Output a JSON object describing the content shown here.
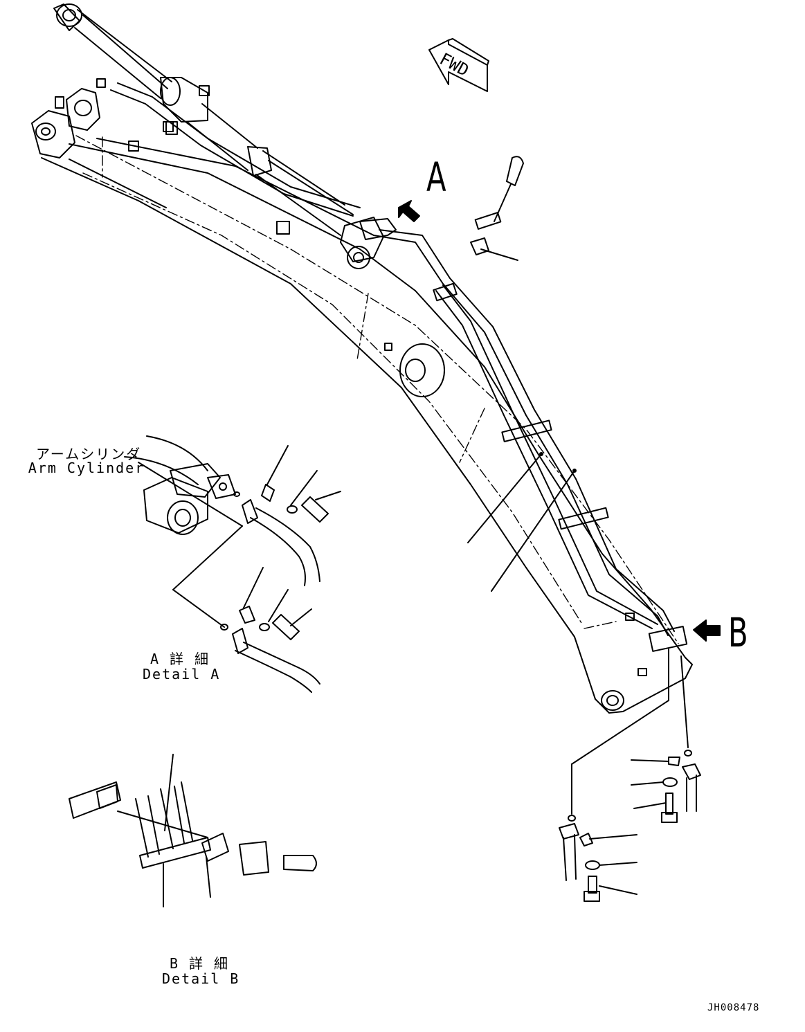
{
  "figure": {
    "fwd_label": "FWD",
    "view_a_letter": "A",
    "view_b_letter": "B",
    "arm_cylinder_jp": "アームシリンダ",
    "arm_cylinder_en": "Arm Cylinder",
    "detail_a_jp": "A 詳 細",
    "detail_a_en": "Detail A",
    "detail_b_jp": "B 詳 細",
    "detail_b_en": "Detail B",
    "drawing_code": "JH008478"
  }
}
